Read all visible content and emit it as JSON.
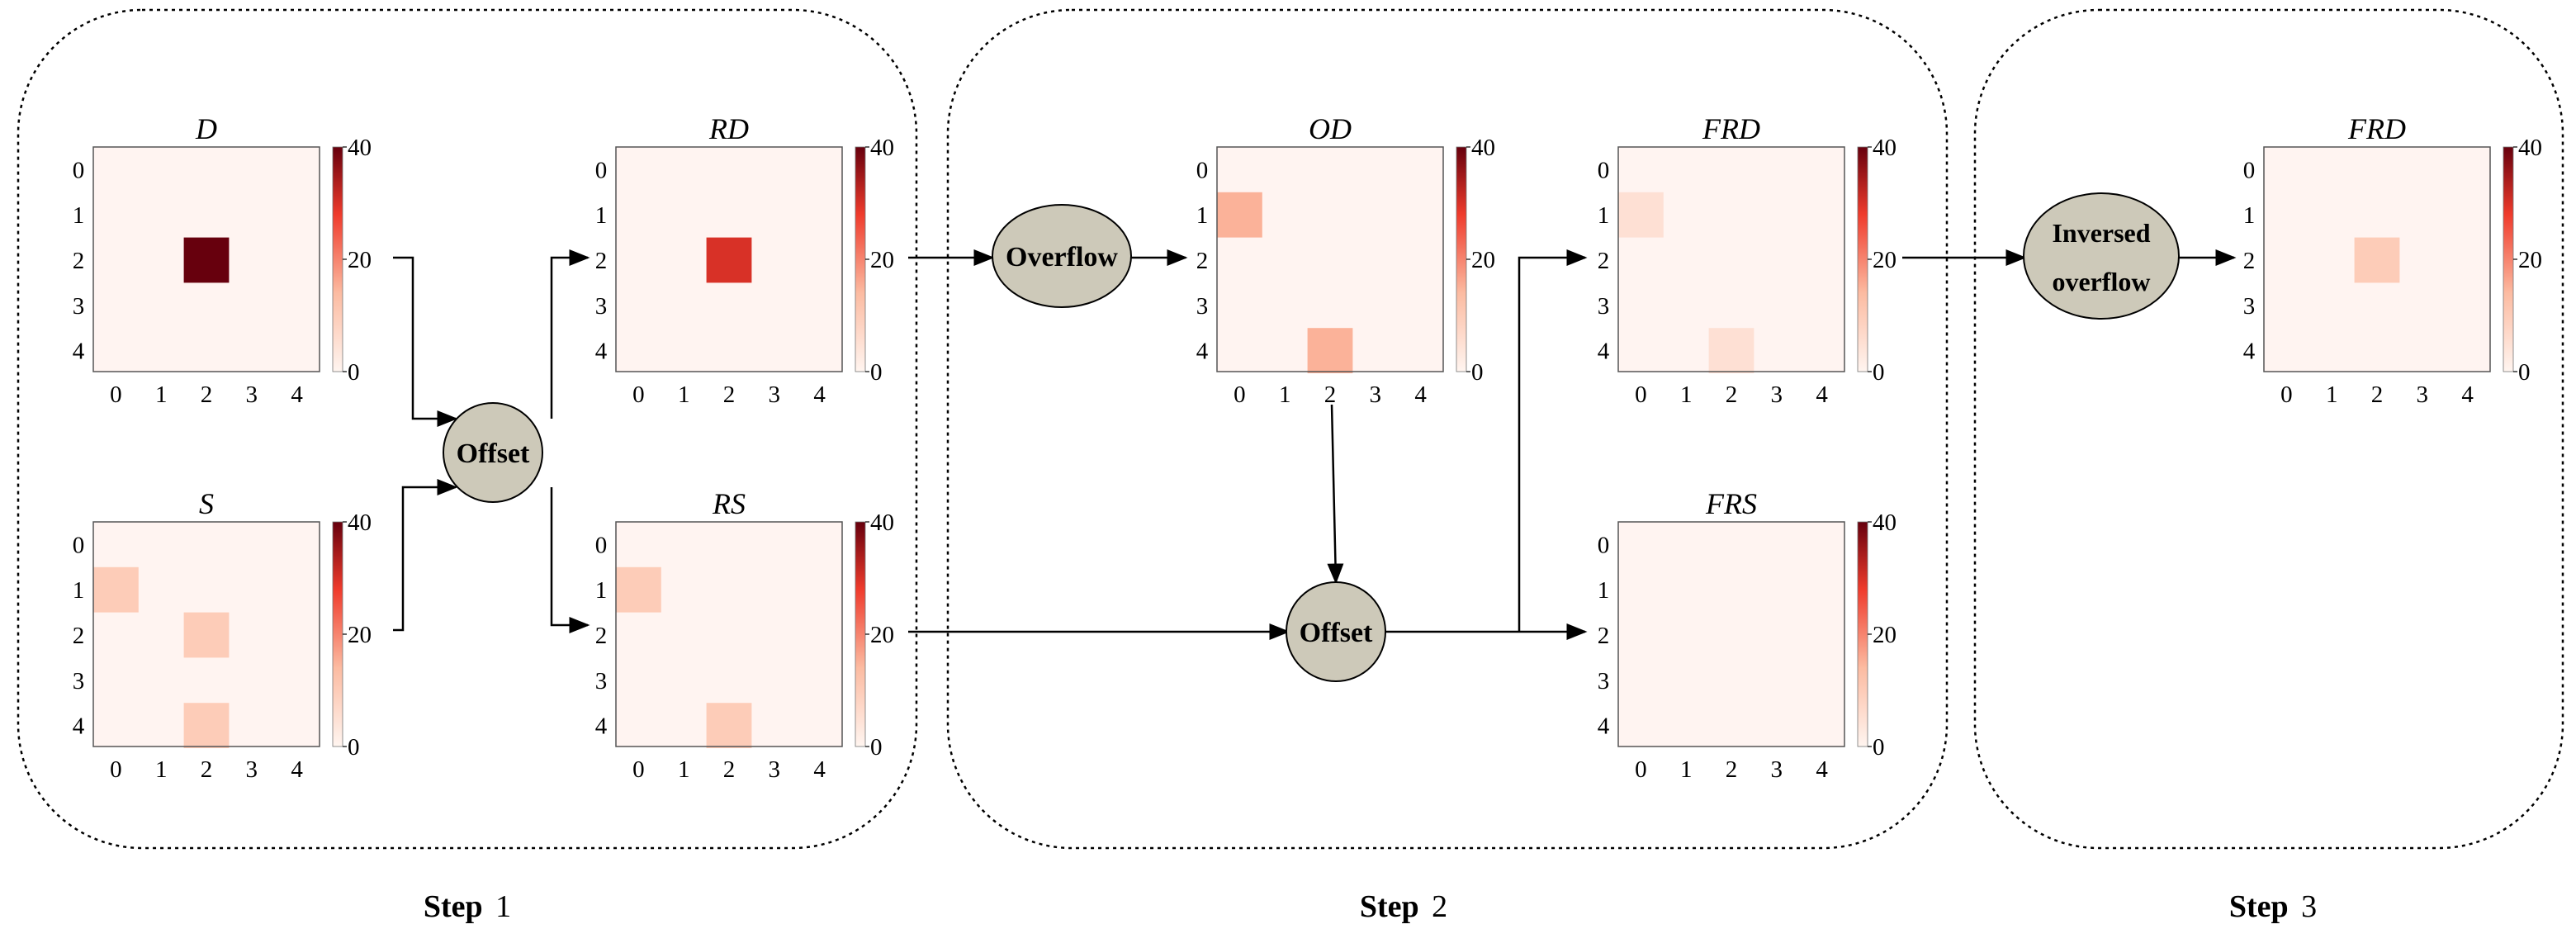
{
  "colors": {
    "frame": "#000000",
    "node_fill": "#cdc9b9",
    "cell_base": "#fff4f1",
    "cbar_top": "#67000d",
    "cbar_mid": "#ef3b2c",
    "cbar_low": "#fcbba1",
    "cbar_bottom": "#fff5f0"
  },
  "steps": [
    {
      "prefix": "Step",
      "num": "1"
    },
    {
      "prefix": "Step",
      "num": "2"
    },
    {
      "prefix": "Step",
      "num": "3"
    }
  ],
  "nodes": {
    "offset_1": "Offset",
    "overflow": "Overflow",
    "offset_2": "Offset",
    "inversed_overflow": [
      "Inversed",
      "overflow"
    ]
  },
  "heatmap_ticks": [
    "0",
    "1",
    "2",
    "3",
    "4"
  ],
  "colorbar_ticks": [
    "0",
    "20",
    "40"
  ],
  "colorbar_range": [
    0,
    40
  ],
  "chart_data": [
    {
      "type": "heatmap",
      "title": "D",
      "vmin": 0,
      "vmax": 40,
      "cells": [
        {
          "row": 2,
          "col": 2,
          "value": 40
        }
      ]
    },
    {
      "type": "heatmap",
      "title": "S",
      "vmin": 0,
      "vmax": 40,
      "cells": [
        {
          "row": 1,
          "col": 0,
          "value": 10
        },
        {
          "row": 2,
          "col": 2,
          "value": 10
        },
        {
          "row": 4,
          "col": 2,
          "value": 10
        }
      ]
    },
    {
      "type": "heatmap",
      "title": "RD",
      "vmin": 0,
      "vmax": 40,
      "cells": [
        {
          "row": 2,
          "col": 2,
          "value": 30
        }
      ]
    },
    {
      "type": "heatmap",
      "title": "RS",
      "vmin": 0,
      "vmax": 40,
      "cells": [
        {
          "row": 1,
          "col": 0,
          "value": 10
        },
        {
          "row": 4,
          "col": 2,
          "value": 10
        }
      ]
    },
    {
      "type": "heatmap",
      "title": "OD",
      "vmin": 0,
      "vmax": 40,
      "cells": [
        {
          "row": 1,
          "col": 0,
          "value": 15
        },
        {
          "row": 4,
          "col": 2,
          "value": 15
        }
      ]
    },
    {
      "type": "heatmap",
      "title": "FRD",
      "vmin": 0,
      "vmax": 40,
      "cells": [
        {
          "row": 1,
          "col": 0,
          "value": 5
        },
        {
          "row": 4,
          "col": 2,
          "value": 5
        }
      ]
    },
    {
      "type": "heatmap",
      "title": "FRS",
      "vmin": 0,
      "vmax": 40,
      "cells": []
    },
    {
      "type": "heatmap",
      "title": "FRD",
      "vmin": 0,
      "vmax": 40,
      "cells": [
        {
          "row": 2,
          "col": 2,
          "value": 10
        }
      ]
    }
  ]
}
